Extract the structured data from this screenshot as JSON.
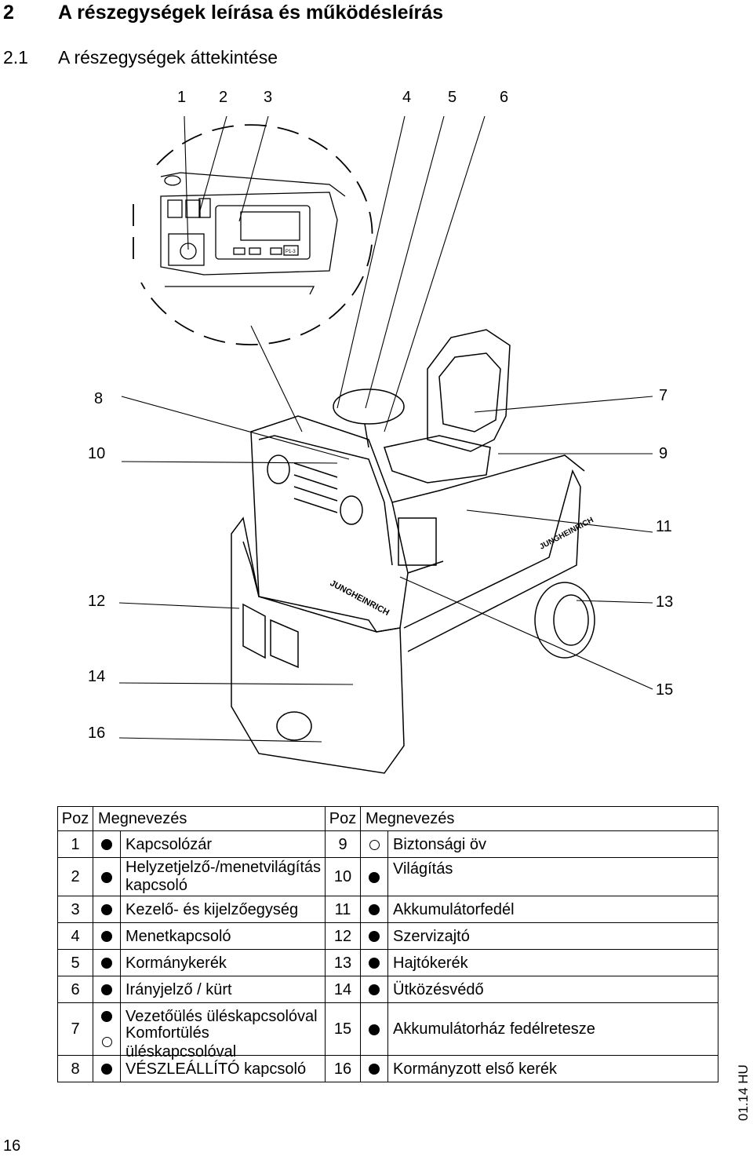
{
  "heading": {
    "number": "2",
    "title": "A részegységek leírása és működésleírás"
  },
  "subheading": {
    "number": "2.1",
    "title": "A részegységek áttekintése"
  },
  "figure": {
    "callouts": [
      "1",
      "2",
      "3",
      "4",
      "5",
      "6",
      "8",
      "7",
      "10",
      "9",
      "11",
      "12",
      "13",
      "14",
      "15",
      "16"
    ],
    "brand_text": "JUNGHEINRICH",
    "panel_text": "P1-3"
  },
  "table": {
    "headers": {
      "pos_left": "Poz",
      "name_left": "Megnevezés",
      "pos_right": "Poz",
      "name_right": "Megnevezés"
    },
    "rows": [
      {
        "lp": "1",
        "ln": "Kapcsolózár",
        "rp": "9",
        "rn": "Biztonsági öv"
      },
      {
        "lp": "2",
        "ln": "Helyzetjelző-/menetvilágítás kapcsoló",
        "rp": "10",
        "rn": "Világítás"
      },
      {
        "lp": "3",
        "ln": "Kezelő- és kijelzőegység",
        "rp": "11",
        "rn": "Akkumulátorfedél"
      },
      {
        "lp": "4",
        "ln": "Menetkapcsoló",
        "rp": "12",
        "rn": "Szervizajtó"
      },
      {
        "lp": "5",
        "ln": "Kormánykerék",
        "rp": "13",
        "rn": "Hajtókerék"
      },
      {
        "lp": "6",
        "ln": "Irányjelző / kürt",
        "rp": "14",
        "rn": "Ütközésvédő"
      },
      {
        "lp": "7",
        "ln_a": "Vezetőülés üléskapcsolóval",
        "ln_b": "Komfortülés üléskapcsolóval",
        "rp": "15",
        "rn": "Akkumulátorház fedélretesze"
      },
      {
        "lp": "8",
        "ln": "VÉSZLEÁLLÍTÓ kapcsoló",
        "rp": "16",
        "rn": "Kormányzott első kerék"
      }
    ]
  },
  "footer": {
    "page_number": "16",
    "revision": "01.14 HU"
  }
}
